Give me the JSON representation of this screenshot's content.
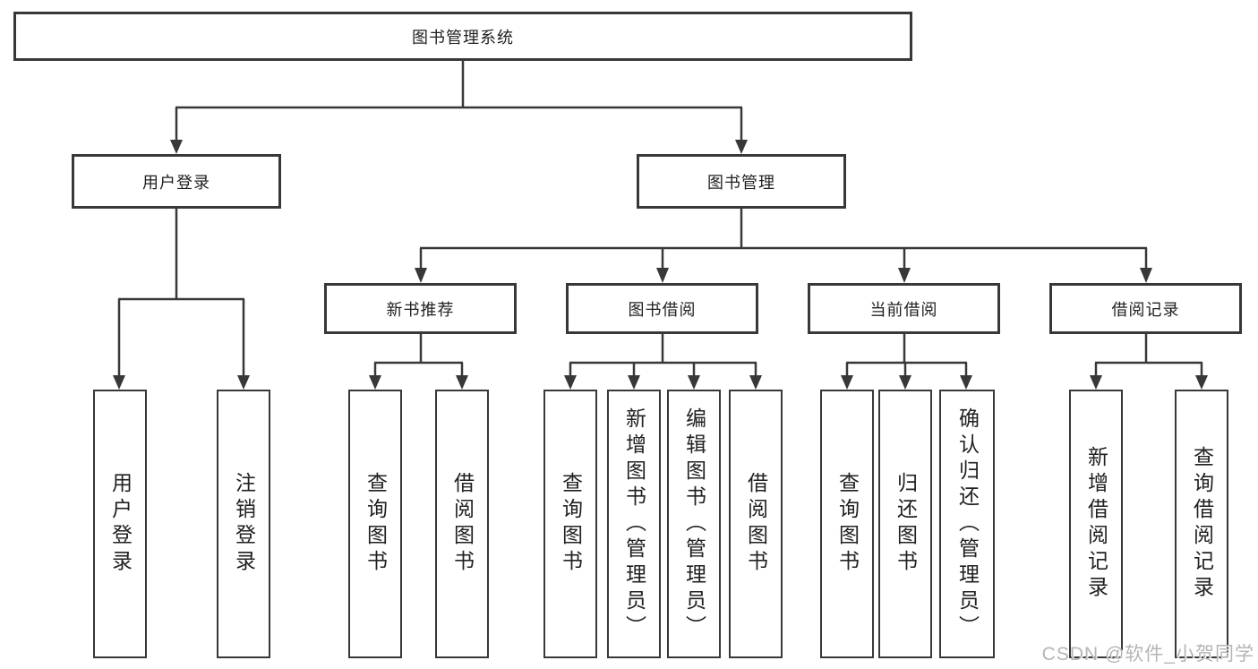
{
  "root": {
    "label": "图书管理系统"
  },
  "branches": [
    {
      "label": "用户登录",
      "leaves": [
        "用户登录",
        "注销登录"
      ]
    },
    {
      "label": "图书管理",
      "groups": [
        {
          "label": "新书推荐",
          "leaves": [
            "查询图书",
            "借阅图书"
          ]
        },
        {
          "label": "图书借阅",
          "leaves": [
            "查询图书",
            "新增图书（管理员）",
            "编辑图书（管理员）",
            "借阅图书"
          ]
        },
        {
          "label": "当前借阅",
          "leaves": [
            "查询图书",
            "归还图书",
            "确认归还（管理员）"
          ]
        },
        {
          "label": "借阅记录",
          "leaves": [
            "新增借阅记录",
            "查询借阅记录"
          ]
        }
      ]
    }
  ],
  "watermark": "CSDN @软件_小贺同学",
  "colors": {
    "line": "#383838",
    "text": "#212121",
    "background": "#ffffff",
    "watermark": "#b5b5b5"
  }
}
